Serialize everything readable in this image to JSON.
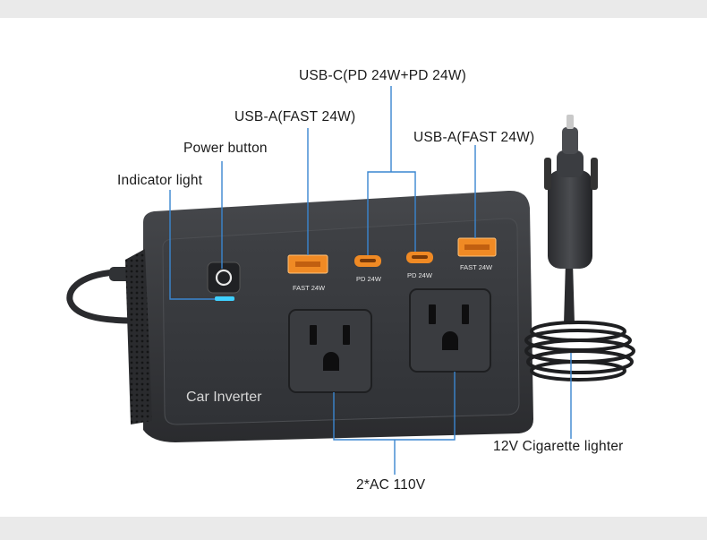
{
  "callouts": {
    "usb_c": "USB-C(PD 24W+PD 24W)",
    "usb_a_left": "USB-A(FAST 24W)",
    "usb_a_right": "USB-A(FAST 24W)",
    "power_button": "Power button",
    "indicator_light": "Indicator light",
    "cigarette_lighter": "12V Cigarette lighter",
    "ac_outlets": "2*AC 110V"
  },
  "device": {
    "brand_label": "Car Inverter",
    "port_labels": {
      "usb_a_left": "FAST 24W",
      "usb_c_left": "PD 24W",
      "usb_c_right": "PD 24W",
      "usb_a_right": "FAST 24W"
    }
  },
  "colors": {
    "body": "#2b2d30",
    "panel": "#3a3c40",
    "usb_a": "#f08a24",
    "indicator": "#3fd0ff",
    "leader_line": "#3a86d0"
  }
}
